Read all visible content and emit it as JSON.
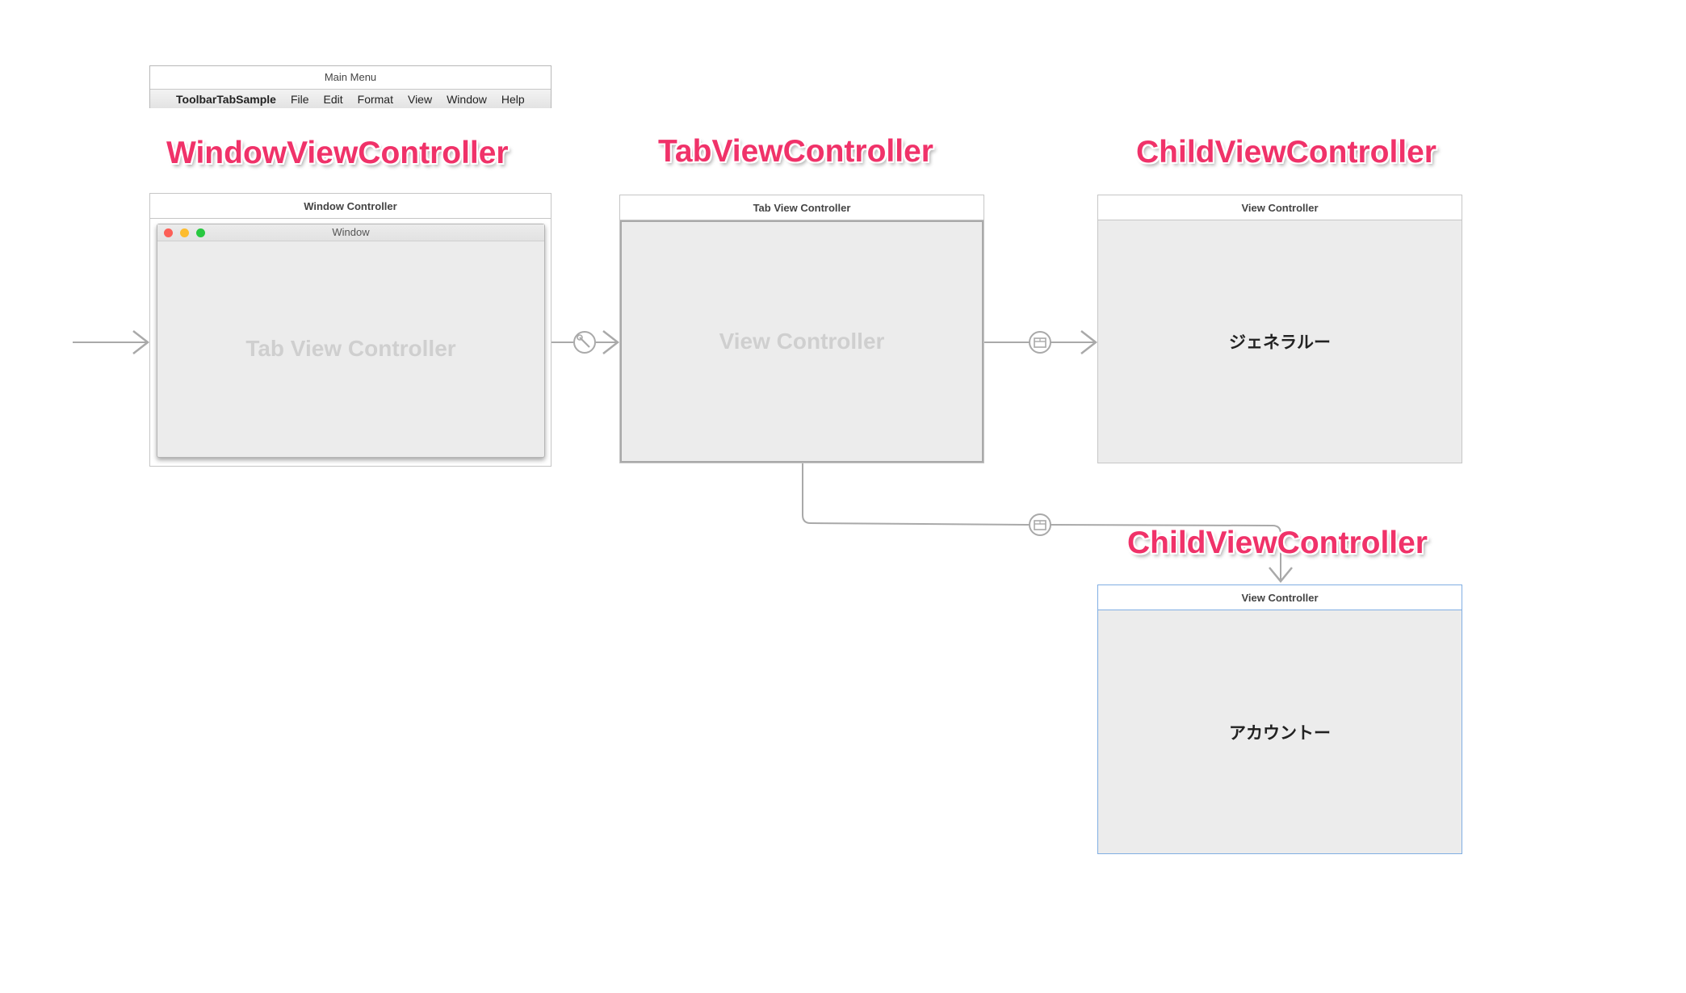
{
  "main_menu": {
    "title": "Main Menu",
    "items": [
      "ToolbarTabSample",
      "File",
      "Edit",
      "Format",
      "View",
      "Window",
      "Help"
    ]
  },
  "annotations": {
    "window": "WindowViewController",
    "tab": "TabViewController",
    "child1": "ChildViewController",
    "child2": "ChildViewController"
  },
  "scenes": {
    "window_controller": {
      "header": "Window Controller",
      "window_title": "Window",
      "content_placeholder": "Tab View Controller"
    },
    "tab_view_controller": {
      "header": "Tab View Controller",
      "content_placeholder": "View Controller"
    },
    "child_view_controller_1": {
      "header": "View Controller",
      "content": "ジェネラルー"
    },
    "child_view_controller_2": {
      "header": "View Controller",
      "content": "アカウントー"
    }
  },
  "colors": {
    "annotation": "#f03269",
    "connector": "#a9a9a9",
    "selection": "#80aee3"
  },
  "icons": {
    "entry_point": "arrow-right-icon",
    "relationship_window_content": "wrench-icon",
    "relationship_tab_items": "tab-item-icon"
  }
}
